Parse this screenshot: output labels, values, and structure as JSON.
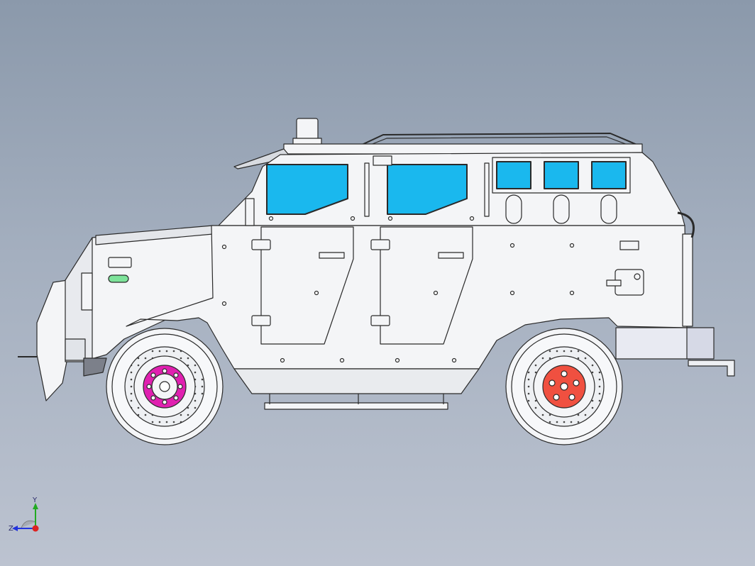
{
  "scene": {
    "subject": "armored-vehicle-side-view",
    "background_top": "#8b99ab",
    "background_bottom": "#bcc3d0",
    "body_color": "#f4f5f7",
    "outline_color": "#2a2a2a",
    "glass_color": "#1ab8ee",
    "front_hub_color": "#e020b0",
    "rear_hub_color": "#f05040",
    "indicator_color": "#7de39a"
  },
  "triad": {
    "y_label": "Y",
    "z_label": "Z",
    "y_color": "#22aa22",
    "z_color": "#2233dd",
    "x_color": "#dd2222"
  }
}
